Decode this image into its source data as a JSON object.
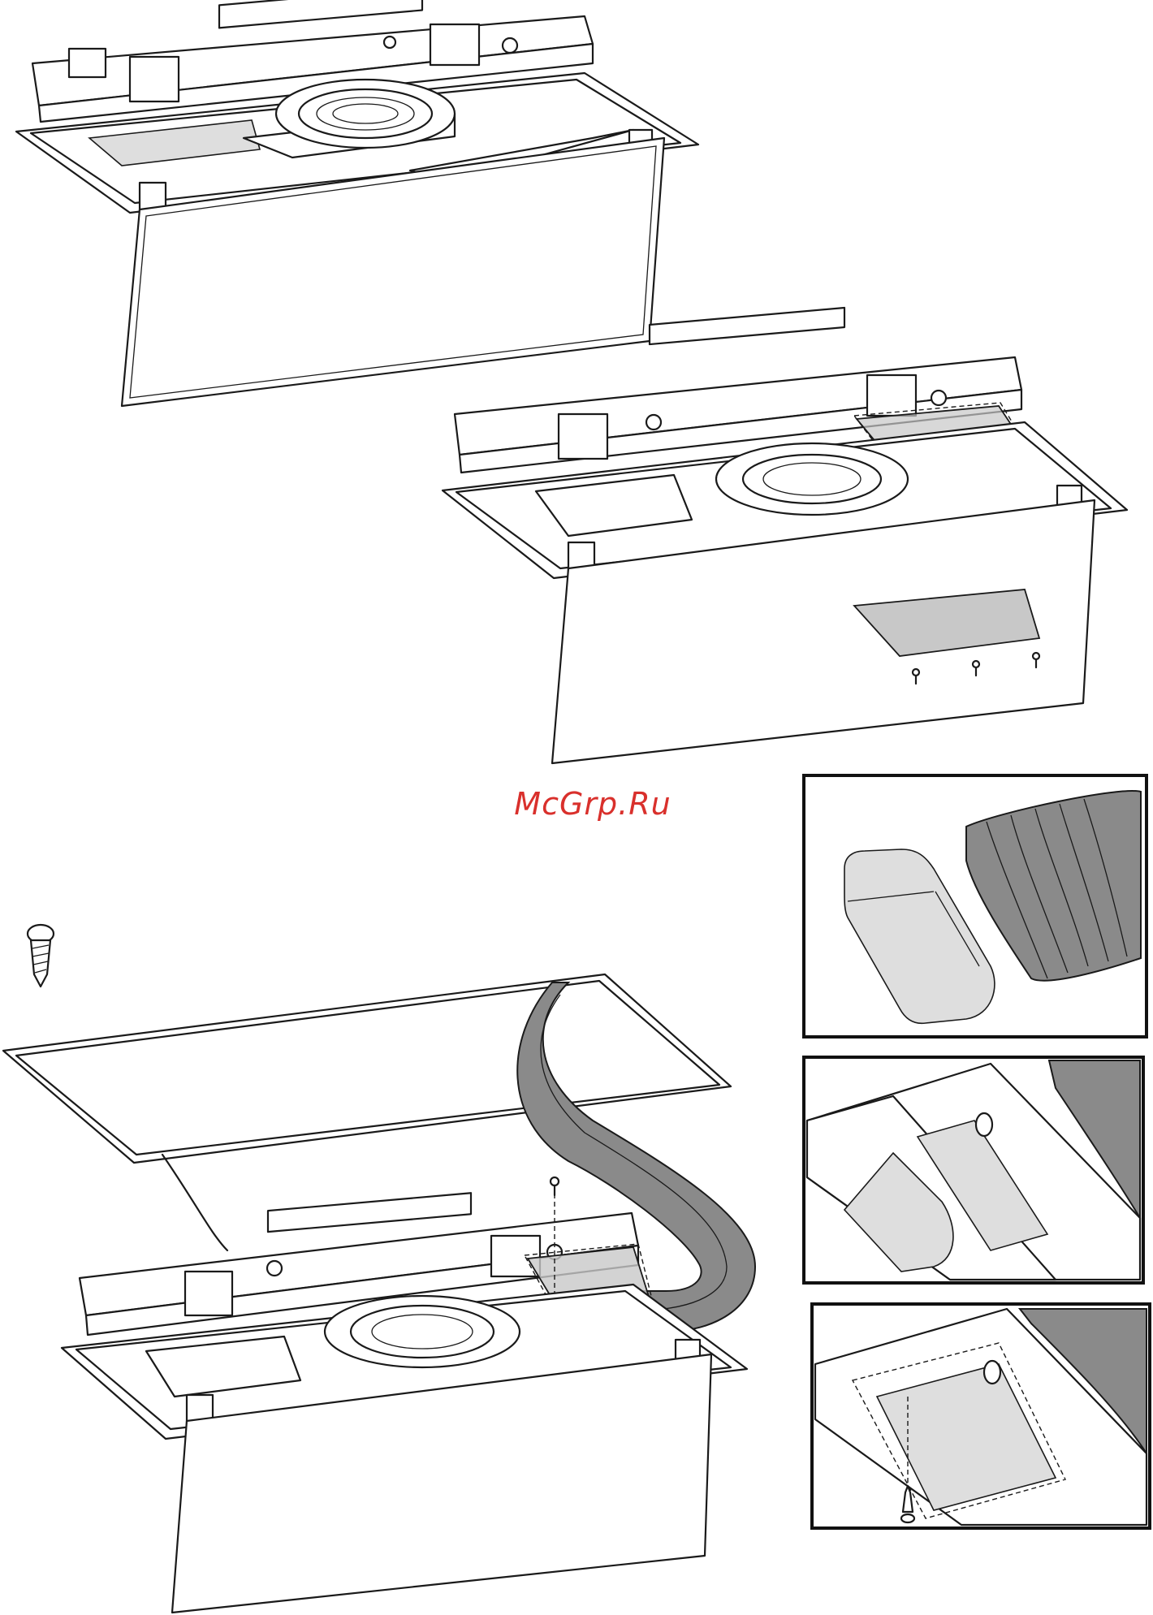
{
  "watermark": {
    "text": "McGrp.Ru",
    "color": "#d9302c"
  },
  "colors": {
    "line": "#1a1a1a",
    "highlight": "#c8c8c8",
    "duct": "#8a8a8a"
  },
  "figures": [
    {
      "id": "step-open-panel",
      "icon": "hood-open-filter-panel"
    },
    {
      "id": "step-fit-cover-plate",
      "icon": "hood-cover-plate-screws"
    },
    {
      "id": "step-connect-duct",
      "icon": "hood-flexible-duct"
    },
    {
      "id": "detail-duct-adapter",
      "icon": "duct-adapter-detail"
    },
    {
      "id": "detail-flange",
      "icon": "flange-detail"
    },
    {
      "id": "detail-screw-fixing",
      "icon": "screw-fixing-detail"
    }
  ]
}
